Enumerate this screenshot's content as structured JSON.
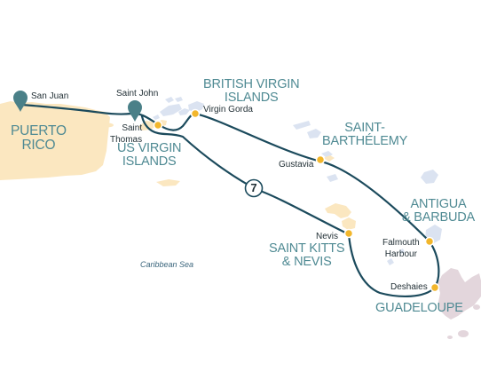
{
  "ports": {
    "san_juan": "San Juan",
    "saint_john": "Saint John",
    "saint_thomas": "Saint\nThomas",
    "virgin_gorda": "Virgin Gorda",
    "gustavia": "Gustavia",
    "nevis": "Nevis",
    "falmouth_harbour": "Falmouth\nHarbour",
    "deshaies": "Deshaies"
  },
  "regions": {
    "puerto_rico": "PUERTO\nRICO",
    "us_virgin_islands": "US VIRGIN\nISLANDS",
    "british_virgin_islands": "BRITISH VIRGIN\nISLANDS",
    "saint_barthelemy": "SAINT-\nBARTHÉLEMY",
    "antigua_barbuda": "ANTIGUA\n& BARBUDA",
    "saint_kitts_nevis": "SAINT KITTS\n& NEVIS",
    "guadeloupe": "GUADELOUPE"
  },
  "sea_label": "Caribbean Sea",
  "nights_badge": "7",
  "colors": {
    "route": "#1b4a5c",
    "port_dot": "#f2b62b",
    "marker": "#4a8088",
    "highlight_land": "#fbe7c0",
    "other_land": "#dbe3f1",
    "guadeloupe_land": "#e3d6dc",
    "region_text": "#4f8a93"
  }
}
